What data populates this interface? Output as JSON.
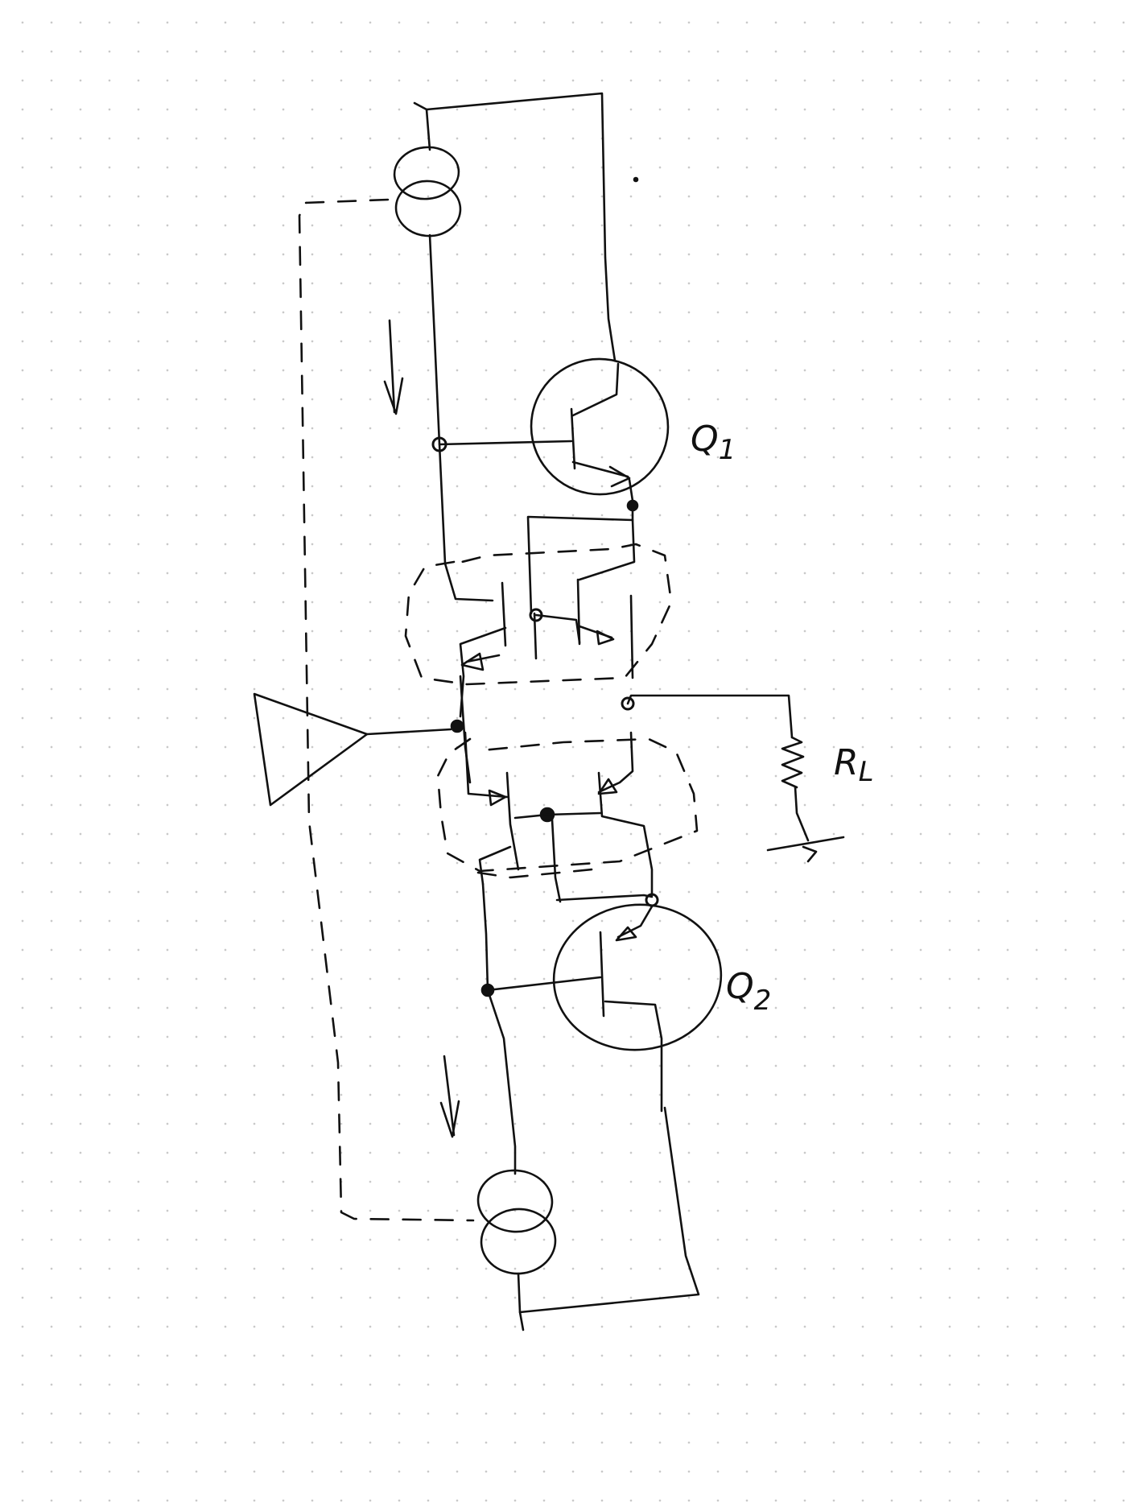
{
  "diagram": {
    "labels": {
      "q1_main": "Q",
      "q1_sub": "1",
      "q2_main": "Q",
      "q2_sub": "2",
      "rl_main": "R",
      "rl_sub": "L"
    },
    "ink_color": "#111111",
    "background_color": "#ffffff",
    "grid_dot_color": "#c9c9c9"
  }
}
